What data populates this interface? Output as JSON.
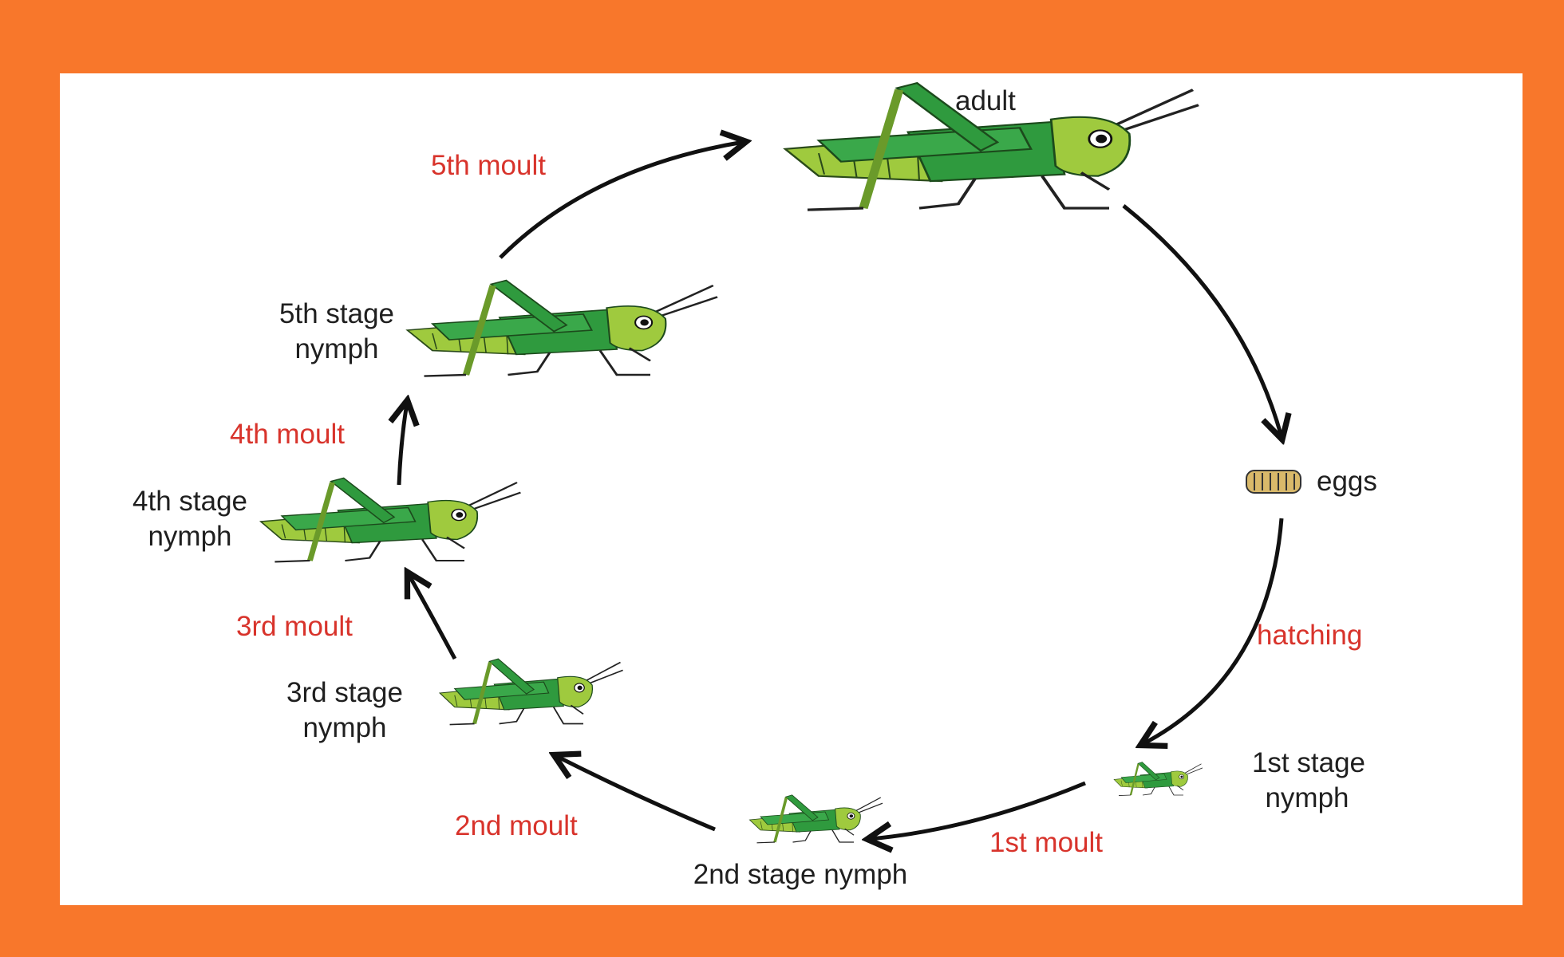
{
  "colors": {
    "frame": "#f8772b",
    "panel": "#ffffff",
    "arrow": "#111111",
    "stage_text": "#1f1f1f",
    "transition_text": "#d8332b",
    "body_dark_green": "#2f9a3e",
    "body_light_green": "#9fca3e",
    "egg": "#d9b96a"
  },
  "stages": {
    "adult": "adult",
    "eggs": "eggs",
    "nymph1": [
      "1st stage",
      "nymph"
    ],
    "nymph2": "2nd stage nymph",
    "nymph3": [
      "3rd stage",
      "nymph"
    ],
    "nymph4": [
      "4th stage",
      "nymph"
    ],
    "nymph5": [
      "5th stage",
      "nymph"
    ]
  },
  "transitions": {
    "hatching": "hatching",
    "moult1": "1st moult",
    "moult2": "2nd moult",
    "moult3": "3rd moult",
    "moult4": "4th moult",
    "moult5": "5th moult"
  },
  "icons": {
    "grasshopper": "grasshopper-icon",
    "eggs": "egg-pod-icon",
    "arrow": "cycle-arrow"
  }
}
